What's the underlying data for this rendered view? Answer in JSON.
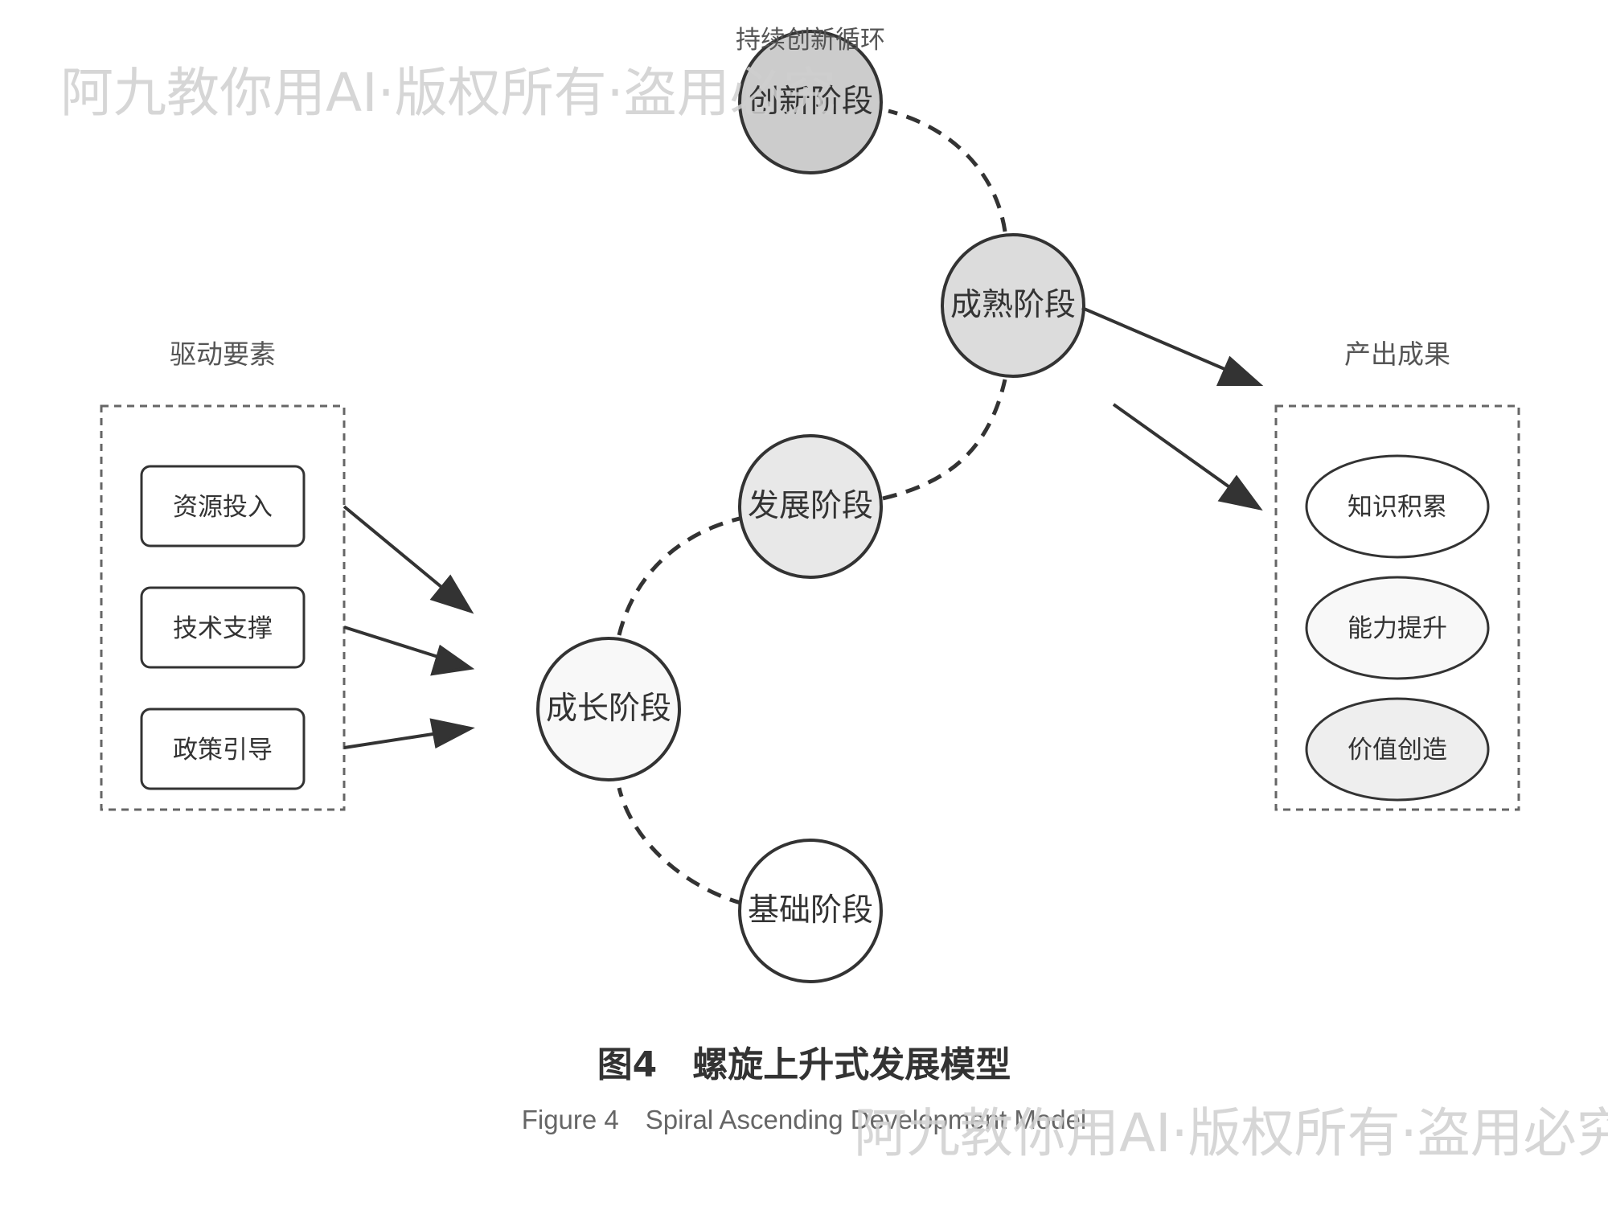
{
  "diagram": {
    "top_label": "持续创新循环",
    "stages": [
      {
        "label": "基础阶段",
        "fill": "#ffffff"
      },
      {
        "label": "成长阶段",
        "fill": "#f8f8f8"
      },
      {
        "label": "发展阶段",
        "fill": "#e8e8e8"
      },
      {
        "label": "成熟阶段",
        "fill": "#dcdcdc"
      },
      {
        "label": "创新阶段",
        "fill": "#cccccc"
      }
    ],
    "drivers": {
      "title": "驱动要素",
      "items": [
        "资源投入",
        "技术支撑",
        "政策引导"
      ]
    },
    "outputs": {
      "title": "产出成果",
      "items": [
        {
          "label": "知识积累",
          "fill": "#ffffff"
        },
        {
          "label": "能力提升",
          "fill": "#f8f8f8"
        },
        {
          "label": "价值创造",
          "fill": "#eeeeee"
        }
      ]
    },
    "caption_cn": "图4　螺旋上升式发展模型",
    "caption_en": "Figure 4　Spiral Ascending Development Model",
    "watermark": "阿九教你用AI·版权所有·盗用必究"
  },
  "colors": {
    "stroke": "#333333",
    "dashed_box": "#666666",
    "text": "#333333",
    "muted_text": "#555555"
  }
}
